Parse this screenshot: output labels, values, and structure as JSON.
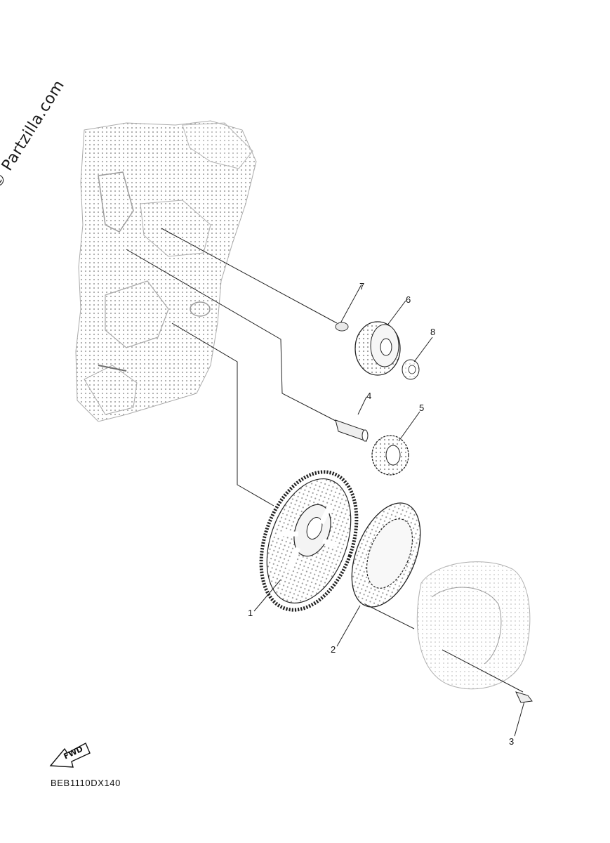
{
  "watermark": "© Partzilla.com",
  "diagram_code": "BEB1110DX140",
  "fwd_label": "FWD",
  "callouts": [
    "1",
    "2",
    "3",
    "4",
    "5",
    "6",
    "7",
    "8"
  ]
}
